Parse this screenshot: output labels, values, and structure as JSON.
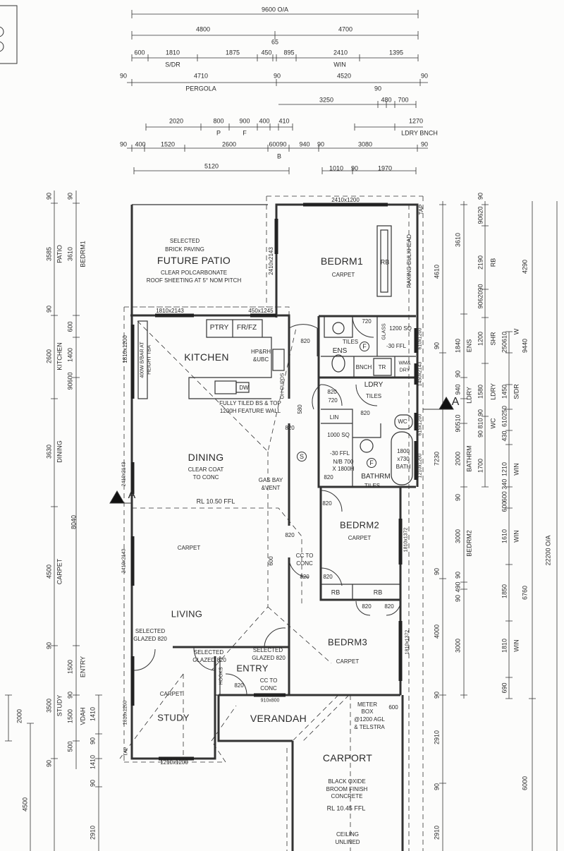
{
  "top_dimensions": [
    "9600 O/A",
    "4800",
    "4700",
    "65",
    "600",
    "1810",
    "1875",
    "450",
    "895",
    "2410",
    "1395",
    "S/DR",
    "WIN",
    "90",
    "4710",
    "90",
    "4520",
    "90",
    "PERGOLA",
    "90",
    "3250",
    "480",
    "700",
    "2020",
    "800",
    "900",
    "400",
    "410",
    "P",
    "F",
    "1270",
    "LDRY BNCH",
    "90",
    "400",
    "1520",
    "2600",
    "60090",
    "940",
    "90",
    "3080",
    "90",
    "B",
    "5120",
    "1010",
    "90",
    "1970"
  ],
  "left_dimensions": [
    "90",
    "3585",
    "PATIO",
    "90",
    "2600",
    "KITCHEN",
    "3630",
    "DINING",
    "4500",
    "CARPET",
    "90",
    "3500",
    "STUDY",
    "90",
    "90",
    "3610",
    "BEDRM1",
    "600",
    "1400",
    "90600",
    "8040",
    "1500",
    "ENTRY",
    "90",
    "1500",
    "VDAH",
    "500",
    "1410",
    "90",
    "1410",
    "90",
    "2910",
    "2000",
    "4500"
  ],
  "right_dimensions": [
    "4610",
    "90",
    "7230",
    "90",
    "4000",
    "90",
    "2910",
    "90",
    "2910",
    "3610",
    "1840",
    "90",
    "940",
    "90510",
    "2000",
    "90",
    "3000",
    "90",
    "490",
    "90",
    "3000",
    "ENS",
    "LDRY",
    "BATHRM",
    "BEDRM2",
    "90",
    "90620",
    "2190",
    "9062090",
    "1200",
    "1580",
    "90 810 90",
    "1700",
    "RB",
    "SHR",
    "LDRY",
    "WC",
    "250610",
    "1450",
    "610250",
    "430",
    "1210",
    "600 340",
    "600",
    "1610",
    "1850",
    "1810",
    "690",
    "W",
    "S/DR",
    "WIN",
    "WIN",
    "WIN",
    "4290",
    "9440",
    "6760",
    "6000",
    "22200 O/A"
  ],
  "future_patio": {
    "name": "FUTURE PATIO",
    "notes": [
      "SELECTED",
      "BRICK PAVING",
      "CLEAR POLCARBONATE",
      "ROOF SHEETING AT 5° NOM PITCH"
    ]
  },
  "bedroom_1": {
    "name": "BEDRM1",
    "floor": "CARPET",
    "robe": "RB",
    "bulkhead": "RAKING BULKHEAD",
    "window": "2410x1200",
    "side_window": "2410x2143",
    "tap": "TAP"
  },
  "kitchen": {
    "name": "KITCHEN",
    "window": "1810x2143",
    "window2": "450x1245",
    "pantry": "PTRY",
    "fridge": "FR/FZ",
    "hotplate": [
      "HP&RH",
      "&UBC"
    ],
    "breakfast_bar": [
      "400W B/BAR AT",
      "HEIGHT TBA"
    ],
    "side_window": "1810x1200",
    "dishwasher": "DW",
    "cupboards": "OH CUPDS",
    "feature_wall": [
      "FULLY TILED BS & TOP",
      "1200H FEATURE WALL"
    ]
  },
  "ensuite": {
    "name": "ENS",
    "floor": "TILES",
    "drain": "F",
    "door": "720",
    "glass": "GLASS",
    "shower": "1200 SQ",
    "shower_level": "-30 FFL",
    "window": "610x1200",
    "door_hall": "820"
  },
  "laundry": {
    "name": "LDRY",
    "floor": "TILES",
    "bench": "BNCH",
    "tub": "TR",
    "washer": [
      "WM&",
      "DRY"
    ],
    "window": "1450x2143",
    "doors": [
      "820",
      "720",
      "820",
      "820"
    ],
    "wc": "WC",
    "linen": "LIN",
    "wc_window": "615x1200",
    "bulkhead_dim": "580"
  },
  "bathroom": {
    "name": "BATHRM",
    "floor": "TILES",
    "shower": "1000 SQ",
    "shower_level": "-30 FFL",
    "niche": [
      "N/B 700",
      "X 1800H"
    ],
    "drain": "F",
    "bath": [
      "1800",
      "x730",
      "BATH"
    ],
    "window": "1210x1200",
    "door": "820"
  },
  "dining": {
    "name": "DINING",
    "finish": [
      "CLEAR COAT",
      "TO CONC"
    ],
    "level": "RL 10.50 FFL",
    "gas": [
      "GAS BAY",
      "&VENT"
    ],
    "smoke": "S",
    "windows": [
      "2410x2143",
      "2410x2143"
    ]
  },
  "living": {
    "name": "LIVING",
    "floor": "CARPET",
    "door": [
      "SELECTED",
      "GLAZED 820"
    ]
  },
  "bedroom_2": {
    "name": "BEDRM2",
    "floor": "CARPET",
    "doors": [
      "820",
      "820",
      "820",
      "820"
    ],
    "robes": [
      "RB",
      "RB"
    ],
    "window": "1810x1372",
    "hall_door": "820",
    "hall_dim": "600",
    "hall_finish": [
      "CC TO",
      "CONC"
    ],
    "hall_door2": "820"
  },
  "bedroom_3": {
    "name": "BEDRM3",
    "floor": "CARPET",
    "window": "1810x1372"
  },
  "entry": {
    "name": "ENTRY",
    "door1": [
      "SELECTED",
      "GLAZED 820"
    ],
    "door2": [
      "SELECTED",
      "GLAZED 820"
    ],
    "hooks": "HOOKS",
    "door": "820",
    "finish": [
      "CC TO",
      "CONC"
    ],
    "window": "910x800"
  },
  "study": {
    "name": "STUDY",
    "floor": "CARPET",
    "side_window": "1810x1200",
    "tap": "TAP",
    "window": "1210x1200"
  },
  "verandah": {
    "name": "VERANDAH"
  },
  "carport": {
    "name": "CARPORT",
    "meter": [
      "METER",
      "BOX",
      "@1200 AGL",
      "& TELSTRA"
    ],
    "meter_dim": "600",
    "finish": [
      "BLACK OXIDE",
      "BROOM FINISH",
      "CONCRETE"
    ],
    "level": "RL 10.45 FFL",
    "ceiling": [
      "CEILING",
      "UNLINED"
    ]
  },
  "section_marker": "A"
}
